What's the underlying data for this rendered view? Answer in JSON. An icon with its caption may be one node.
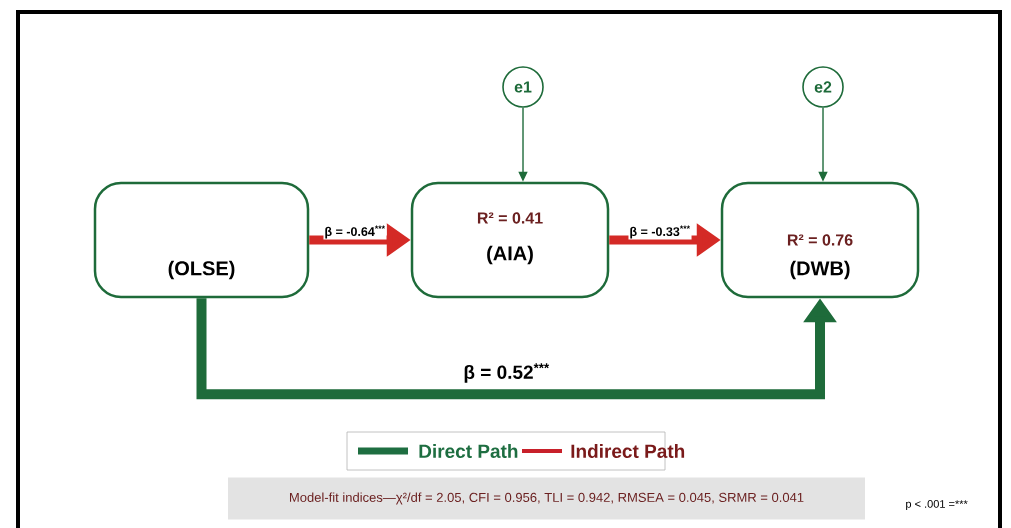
{
  "diagram": {
    "nodes": [
      {
        "text": [
          "(OLSE)"
        ]
      },
      {
        "text": [
          "R² = 0.41",
          "(AIA)"
        ]
      },
      {
        "text": [
          "R² = 0.76",
          "(DWB)"
        ]
      },
      {
        "text": [
          "e1"
        ]
      },
      {
        "text": [
          "e2"
        ]
      }
    ],
    "edges": [
      {
        "from": 0,
        "to": 1,
        "arrow": "to",
        "label": "β = -0.64$^{***}$",
        "color": "#d42a26"
      },
      {
        "from": 1,
        "to": 2,
        "arrow": "to",
        "label": "β = -0.33$^{***}$",
        "color": "#d42a26"
      },
      {
        "from": 0,
        "to": 2,
        "arrow": "to",
        "label": "β = 0.52$^{***}$"
      },
      {
        "from": 3,
        "to": 1,
        "arrow": "to"
      },
      {
        "from": 4,
        "to": 2,
        "arrow": "to"
      }
    ],
    "labels": [
      "Model-fit indices—χ²/df = 2.05, CFI = 0.956, TLI = 0.942, RMSEA = 0.045, SRMR = 0.041",
      "p < .001 =***"
    ],
    "legend": [
      {
        "text": "Direct Path",
        "color": "#1e6e41"
      },
      {
        "text": "Indirect Path",
        "color": "#c8202a"
      }
    ]
  }
}
